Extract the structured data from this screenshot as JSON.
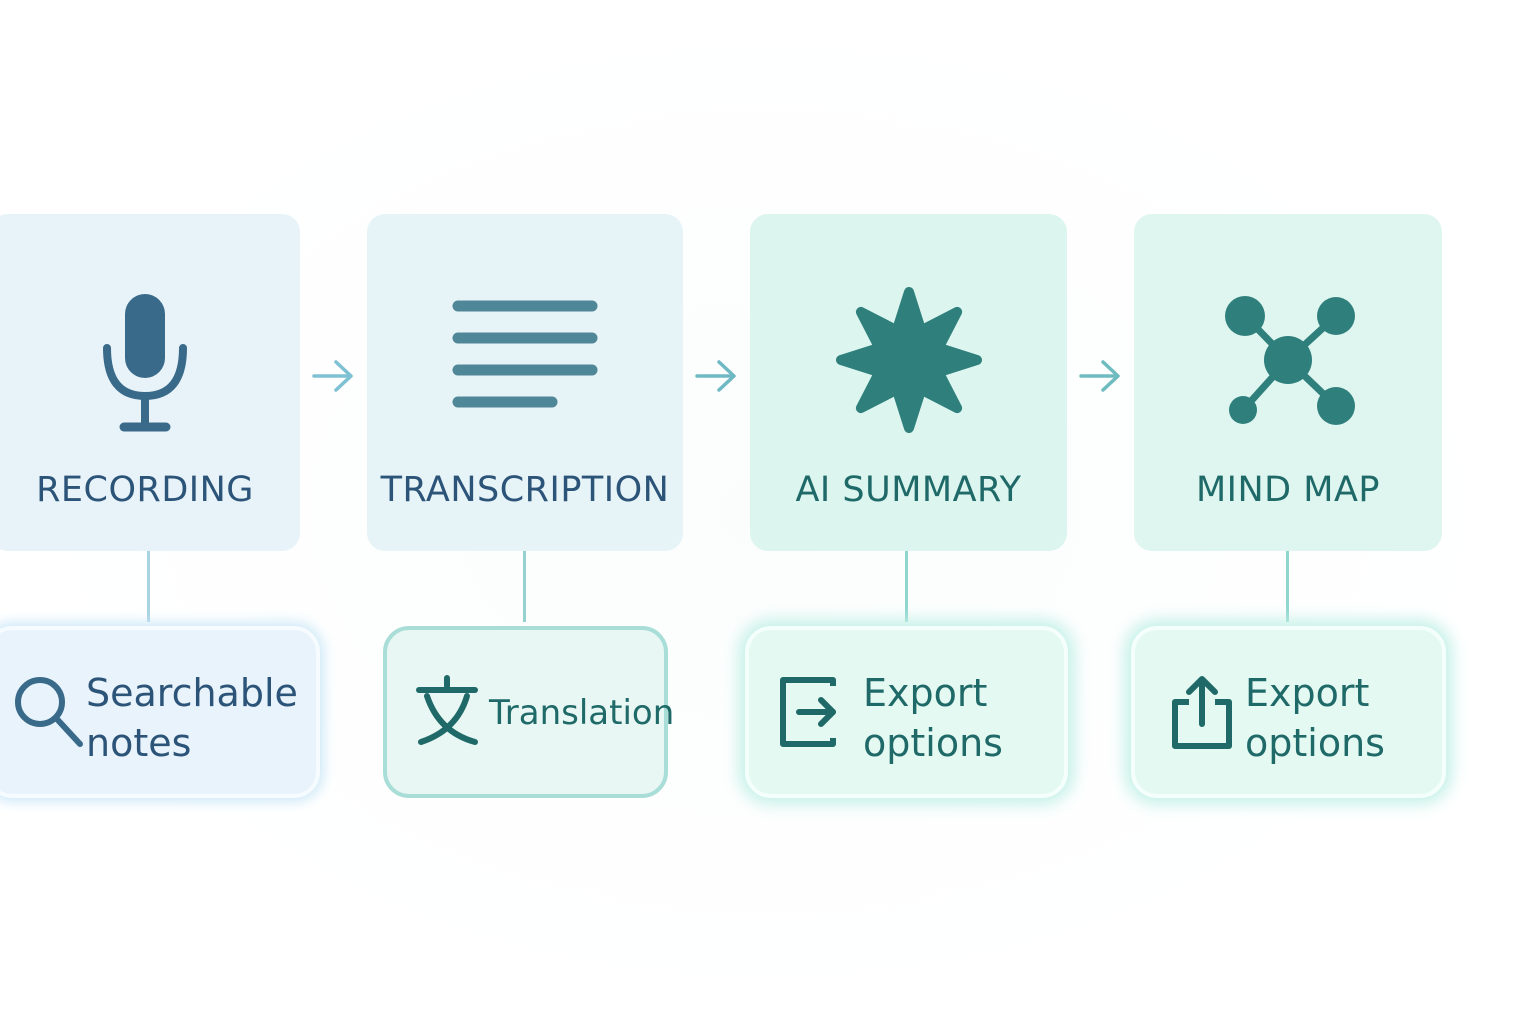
{
  "steps": [
    {
      "label": "RECORDING",
      "icon": "microphone-icon"
    },
    {
      "label": "TRANSCRIPTION",
      "icon": "text-lines-icon"
    },
    {
      "label": "AI SUMMARY",
      "icon": "sparkle-burst-icon"
    },
    {
      "label": "MIND MAP",
      "icon": "network-nodes-icon"
    }
  ],
  "features": [
    {
      "line1": "Searchable",
      "line2": "notes",
      "icon": "search-icon"
    },
    {
      "line1": "Translation",
      "line2": "",
      "icon": "translate-icon"
    },
    {
      "line1": "Export",
      "line2": "options",
      "icon": "export-arrow-icon"
    },
    {
      "line1": "Export",
      "line2": "options",
      "icon": "share-upload-icon"
    }
  ],
  "colors": {
    "blue_text": "#2c5478",
    "teal_text": "#1f6a68",
    "blue_icon": "#3a6a8a",
    "teal_icon": "#2f7f7c",
    "arrow": "#7fc1d4",
    "connector_blue": "#a7d3e3",
    "connector_teal": "#8fd6cf"
  }
}
